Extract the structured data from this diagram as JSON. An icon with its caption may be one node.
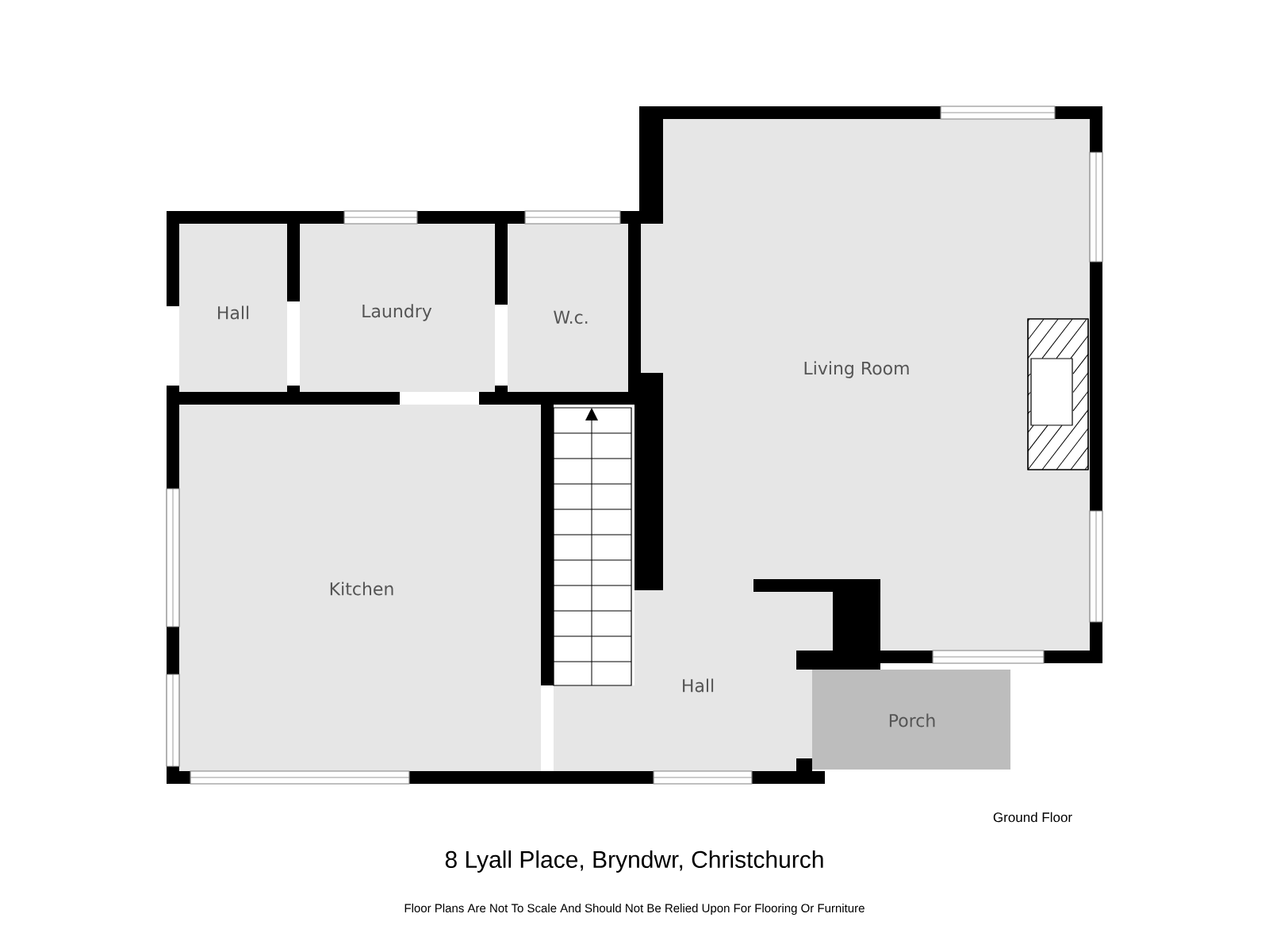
{
  "diagram": {
    "title": "8 Lyall Place, Bryndwr, Christchurch",
    "caption": "Floor Plans Are Not To Scale And Should Not Be Relied Upon For Flooring Or Furniture",
    "nodes": [
      {
        "text": [
          "Hall"
        ]
      },
      {
        "text": [
          "Laundry"
        ]
      },
      {
        "text": [
          "W.c."
        ]
      },
      {
        "text": [
          "Living Room"
        ]
      },
      {
        "text": [
          "Kitchen"
        ]
      },
      {
        "text": [
          "Hall"
        ]
      },
      {
        "text": [
          "Porch"
        ]
      }
    ],
    "labels": [
      "Ground Floor"
    ]
  }
}
